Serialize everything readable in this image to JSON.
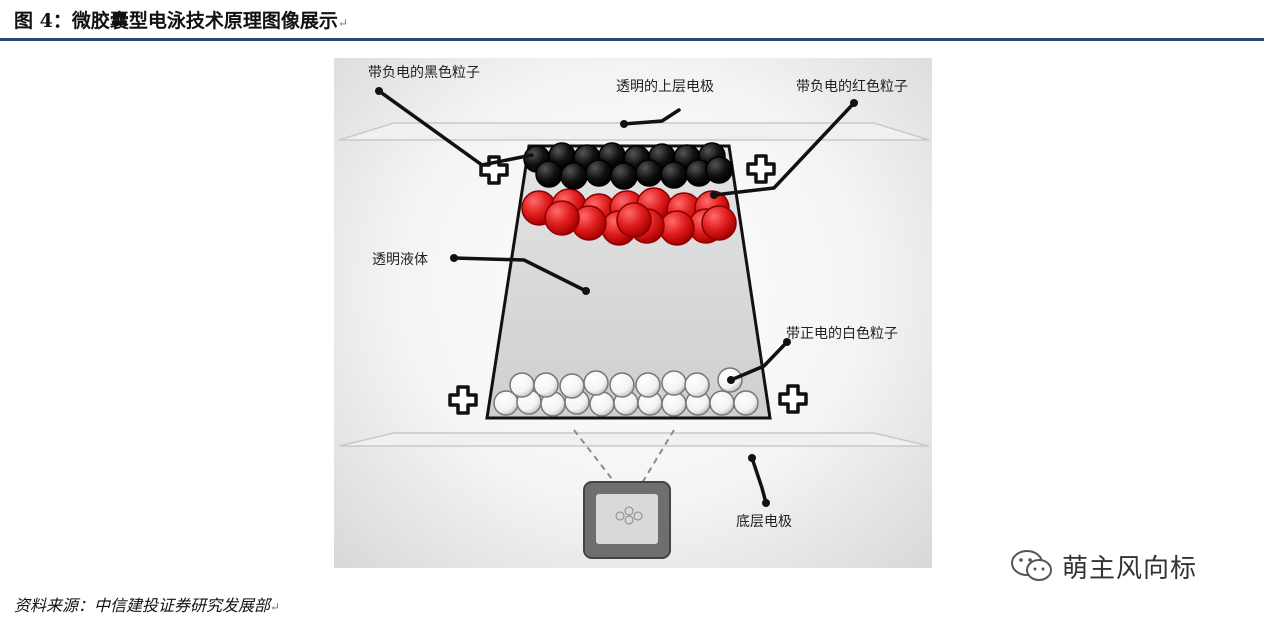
{
  "figure": {
    "title": "图 4：微胶囊型电泳技术原理图像展示",
    "source": "资料来源：中信建投证券研究发展部",
    "paragraph_mark": "↵"
  },
  "diagram": {
    "labels": {
      "black_particles": "带负电的黑色粒子",
      "top_electrode": "透明的上层电极",
      "red_particles": "带负电的红色粒子",
      "liquid": "透明液体",
      "white_particles": "带正电的白色粒子",
      "bottom_electrode": "底层电极"
    },
    "colors": {
      "black_particle": "#111111",
      "red_particle": "#e01e1e",
      "white_particle": "#ffffff",
      "capsule_fill": "#d6d6d6",
      "electrode": "#ececec",
      "leader_line": "#111111"
    },
    "icons": [
      "plus-sign-icon",
      "device-icon"
    ]
  },
  "watermark": {
    "text": "萌主风向标",
    "icon": "wechat-icon"
  }
}
